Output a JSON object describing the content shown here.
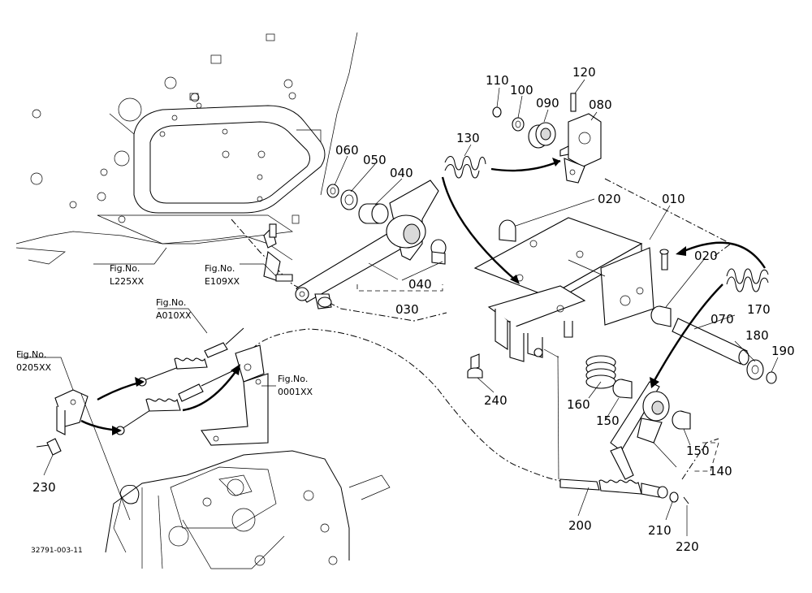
{
  "callouts": [
    {
      "id": "p110",
      "label": "110"
    },
    {
      "id": "p100",
      "label": "100"
    },
    {
      "id": "p120",
      "label": "120"
    },
    {
      "id": "p090",
      "label": "090"
    },
    {
      "id": "p080",
      "label": "080"
    },
    {
      "id": "p130",
      "label": "130"
    },
    {
      "id": "p060",
      "label": "060"
    },
    {
      "id": "p050",
      "label": "050"
    },
    {
      "id": "p040a",
      "label": "040"
    },
    {
      "id": "p020a",
      "label": "020"
    },
    {
      "id": "p010",
      "label": "010"
    },
    {
      "id": "p020b",
      "label": "020"
    },
    {
      "id": "p040b",
      "label": "040"
    },
    {
      "id": "p030",
      "label": "030"
    },
    {
      "id": "p170",
      "label": "170"
    },
    {
      "id": "p070",
      "label": "070"
    },
    {
      "id": "p180",
      "label": "180"
    },
    {
      "id": "p190",
      "label": "190"
    },
    {
      "id": "p240",
      "label": "240"
    },
    {
      "id": "p160",
      "label": "160"
    },
    {
      "id": "p150a",
      "label": "150"
    },
    {
      "id": "p150b",
      "label": "150"
    },
    {
      "id": "p140",
      "label": "140"
    },
    {
      "id": "p200",
      "label": "200"
    },
    {
      "id": "p210",
      "label": "210"
    },
    {
      "id": "p220",
      "label": "220"
    },
    {
      "id": "p230",
      "label": "230"
    }
  ],
  "figure_refs": {
    "l225": {
      "line1": "Fig.No.",
      "line2": "L225XX"
    },
    "e109": {
      "line1": "Fig.No.",
      "line2": "E109XX"
    },
    "a010": {
      "line1": "Fig.No.",
      "line2": "A010XX"
    },
    "f0205": {
      "line1": "Fig.No.",
      "line2": "0205XX"
    },
    "f0001": {
      "line1": "Fig.No.",
      "line2": "0001XX"
    }
  },
  "drawing_code": "32791-003-11"
}
